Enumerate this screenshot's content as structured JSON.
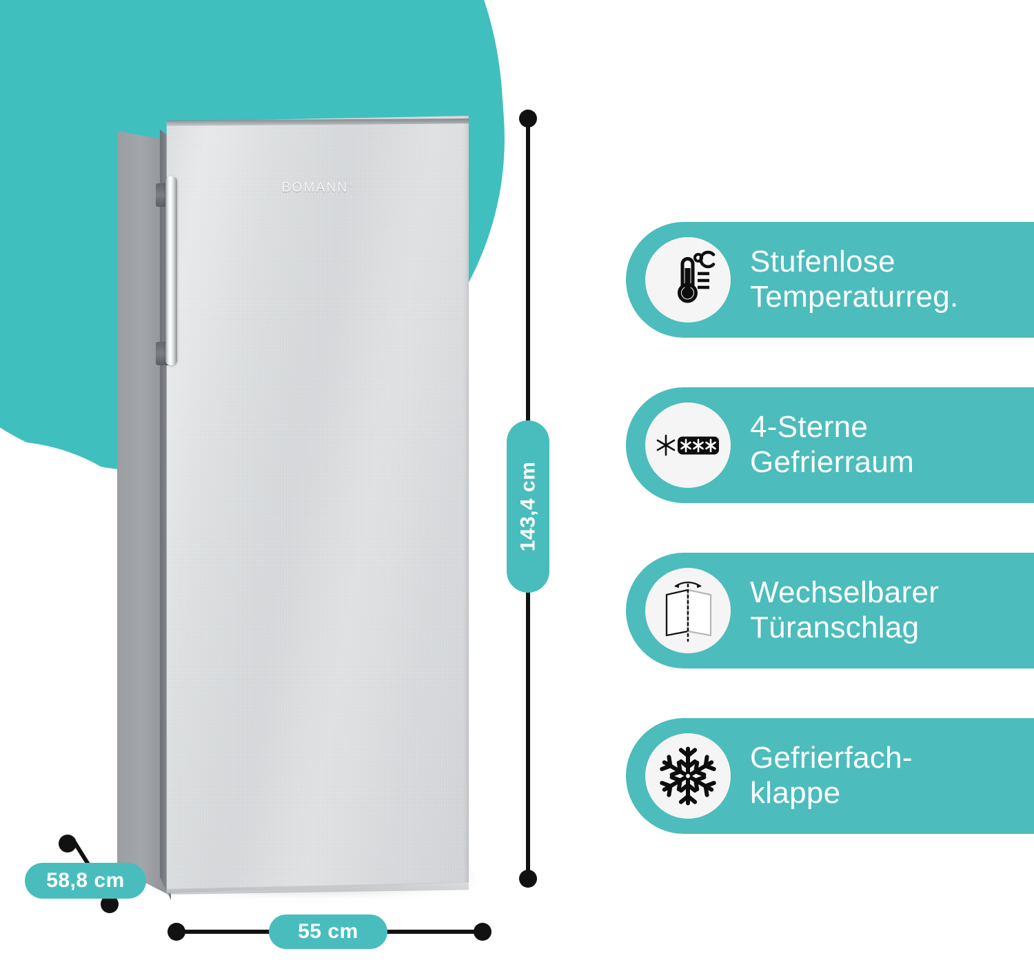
{
  "brand": {
    "name": "BOMANN",
    "trademark": "®"
  },
  "colors": {
    "accent_teal": "#4cbcbc",
    "blob_teal": "#40bfbf",
    "pill_teal": "#49bdbd",
    "dimension_line": "#111111",
    "badge_text": "#ffffff",
    "icon_circle": "#f5f5f5"
  },
  "dimensions": {
    "height": {
      "label": "143,4 cm",
      "name": "height-dimension"
    },
    "width": {
      "label": "55 cm",
      "name": "width-dimension"
    },
    "depth": {
      "label": "58,8 cm",
      "name": "depth-dimension"
    }
  },
  "features": [
    {
      "icon": "thermometer-celsius-icon",
      "label": "Stufenlose\nTemperaturreg.",
      "line1": "Stufenlose",
      "line2": "Temperaturreg."
    },
    {
      "icon": "four-star-freezer-icon",
      "label": "4-Sterne\nGefrierraum",
      "line1": "4-Sterne",
      "line2": "Gefrierraum"
    },
    {
      "icon": "reversible-door-icon",
      "label": "Wechselbarer\nTüranschlag",
      "line1": "Wechselbarer",
      "line2": "Türanschlag"
    },
    {
      "icon": "snowflake-icon",
      "label": "Gefrierfach-\nklappe",
      "line1": "Gefrierfach-",
      "line2": "klappe"
    }
  ],
  "product": {
    "type": "upright-freezer",
    "finish": "stainless-steel",
    "handle": "vertical-bar-handle"
  }
}
